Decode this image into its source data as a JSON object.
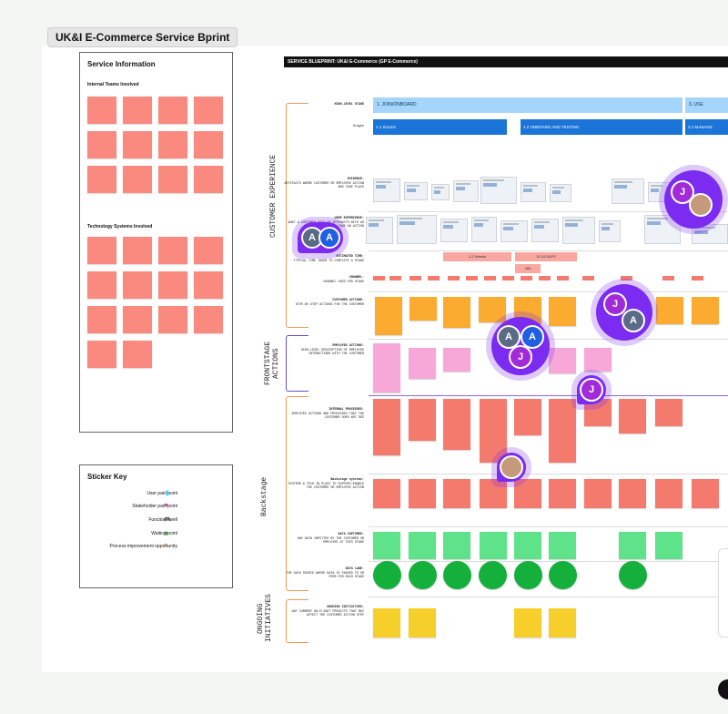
{
  "board": {
    "title": "UK&I E-Commerce Service Bprint"
  },
  "service_info": {
    "title": "Service Information",
    "teams_title": "Internal Teams Involved",
    "systems_title": "Technology Systems Involved"
  },
  "sticker_key": {
    "title": "Sticker Key",
    "items": [
      {
        "label": "User pain point",
        "icon": "drop-icon",
        "glyph": "💧"
      },
      {
        "label": "Stakeholder pain point",
        "icon": "flag-icon",
        "glyph": "⚑"
      },
      {
        "label": "Functions well",
        "icon": "gamepad-icon",
        "glyph": "🎮"
      },
      {
        "label": "Waiting point",
        "icon": "clock-icon",
        "glyph": "◉"
      },
      {
        "label": "Process improvement opportunity",
        "icon": "pencil-icon",
        "glyph": "✎"
      }
    ]
  },
  "blueprint": {
    "header": "SERVICE BLUEPRINT: UK&I E-Commerce (GP E-Commerce)",
    "high_level_stage_label": "HIGH-LEVEL STAGE",
    "stages_label": "Stages",
    "high_level_stages": [
      "1. JOIN/ONBOARD",
      "3. USE"
    ],
    "stages": [
      "1.1 SALES",
      "1.2 ONBOARD AND TESTING",
      "2.1 MANAGE"
    ],
    "sections": {
      "customer_experience": "CUSTOMER EXPERIENCE",
      "frontstage": "FRONTSTAGE ACTIONS",
      "backstage": "Backstage",
      "ongoing": "ONGOING INITIATIVES"
    },
    "rows": {
      "evidence": {
        "title": "EVIDENCE:",
        "desc": "ARTIFACTS WHERE CUSTOMER OR EMPLOYEE ACTION AND TAKE PLACE"
      },
      "user_experience": {
        "title": "USER EXPERIENCE:",
        "desc": "WHAT A CUSTOMER DOES OR INTERACTS WITH AS THEY TAKE AN ACTION"
      },
      "estimated_time": {
        "title": "ESTIMATED TIME:",
        "desc": "TYPICAL TIME TAKEN TO COMPLETE A STAGE"
      },
      "channel": {
        "title": "CHANNEL:",
        "desc": "CHANNEL USED PER STAGE"
      },
      "customer_actions": {
        "title": "CUSTOMER ACTIONS:",
        "desc": "STEP-BY-STEP ACTIONS FOR THE CUSTOMER"
      },
      "employee_actions": {
        "title": "EMPLOYEE ACTIONS:",
        "desc": "HIGH-LEVEL DESCRIPTION OF EMPLOYEE INTERACTIONS WITH THE CUSTOMER"
      },
      "internal_processes": {
        "title": "INTERNAL PROCESSES:",
        "desc": "EMPLOYEE ACTIONS AND PROCESSES THAT THE CUSTOMER DOES NOT SEE"
      },
      "backstage_systems": {
        "title": "Backstage systems:",
        "desc": "SYSTEMS & TECH IN PLACE TO SUPPORT/ENABLE THE CUSTOMER OR EMPLOYEE ACTION"
      },
      "data_captured": {
        "title": "DATA CAPTURED:",
        "desc": "ANY DATA INPUTTED BY THE CUSTOMER OR EMPLOYEE AT THIS STAGE"
      },
      "data_lake": {
        "title": "DATA LAKE:",
        "desc": "THE DATA SOURCE WHERE DATA IS PASSED TO OR FROM FOR EACH STAGE"
      },
      "ongoing_initiatives": {
        "title": "ONGOING INITIATIVES:",
        "desc": "ANY CURRENT ON-FLIGHT PROJECTS THAT MAY AFFECT THE CUSTOMER ACTION STEP"
      }
    },
    "time_pills": [
      "1-2 Weeks",
      "10-14 DAYS",
      "48h"
    ]
  },
  "collaborators": {
    "avatar_a": "A",
    "avatar_j": "J"
  },
  "colors": {
    "salmon": "#fa8a7f",
    "orange": "#fbab2f",
    "pink": "#f8a8d8",
    "green": "#5ee38a",
    "yellow": "#f7cf2a",
    "stage_blue": "#1b74d8",
    "hstage_blue": "#a6d5fb",
    "cursor_purple": "#7b2cf0"
  }
}
